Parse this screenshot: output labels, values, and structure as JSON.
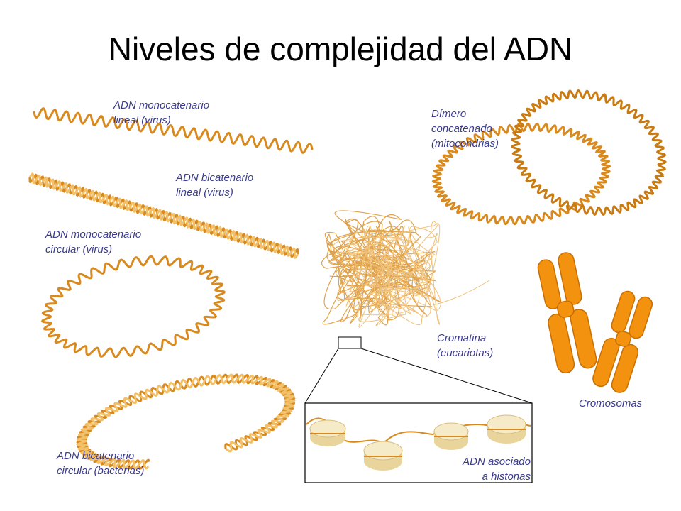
{
  "title": "Niveles de complejidad del ADN",
  "labels": {
    "ss_linear": "ADN monocatenario\nlineal (virus)",
    "ds_linear": "ADN bicatenario\nlineal (virus)",
    "ss_circular": "ADN monocatenario\ncircular (virus)",
    "ds_circular": "ADN bicatenario\ncircular (bacterias)",
    "dimer": "Dímero\nconcatenado\n(mitocondrias)",
    "chromatin": "Cromatina\n(eucariotas)",
    "histones": "ADN asociado\na histonas",
    "chromosomes": "Cromosomas"
  },
  "colors": {
    "dna": "#d98a1e",
    "dna_light": "#f1c068",
    "chromosome": "#f2920e",
    "histone": "#f0e2b2",
    "label": "#3b3b8f"
  }
}
